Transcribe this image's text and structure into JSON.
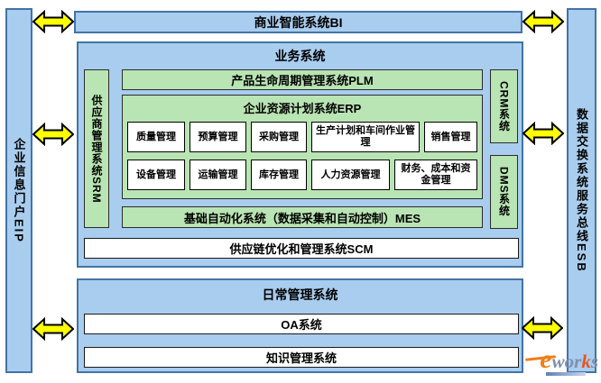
{
  "colors": {
    "bar_blue": "#A9CDEE",
    "bar_blue_border": "#4273A6",
    "box_green": "#B9E4B3",
    "box_green_border": "#2B2B2B",
    "arrow_yellow": "#FFFF00",
    "text": "#000000",
    "logo_orange": "#F07E1A",
    "logo_slate": "#7D8FAF"
  },
  "left_bar": {
    "label": "企业信息门户EIP"
  },
  "right_bar": {
    "label": "数据交换系统服务总线ESB"
  },
  "top_bar": {
    "label": "商业智能系统BI"
  },
  "business": {
    "title": "业务系统",
    "srm_label": "供应商管理系统SRM",
    "plm_label": "产品生命周期管理系统PLM",
    "erp": {
      "title": "企业资源计划系统ERP",
      "row1": [
        "质量管理",
        "预算管理",
        "采购管理",
        "生产计划和车间作业管理",
        "销售管理"
      ],
      "row2": [
        "设备管理",
        "运输管理",
        "库存管理",
        "人力资源管理",
        "财务、成本和资金管理"
      ]
    },
    "crm_label": "CRM系统",
    "dms_label": "DMS系统",
    "mes_label": "基础自动化系统（数据采集和自动控制）MES",
    "scm_label": "供应链优化和管理系统SCM"
  },
  "daily": {
    "title": "日常管理系统",
    "oa_label": "OA系统",
    "km_label": "知识管理系统"
  },
  "logo": {
    "text_parts": [
      "e",
      "wor",
      "k",
      "s"
    ]
  }
}
